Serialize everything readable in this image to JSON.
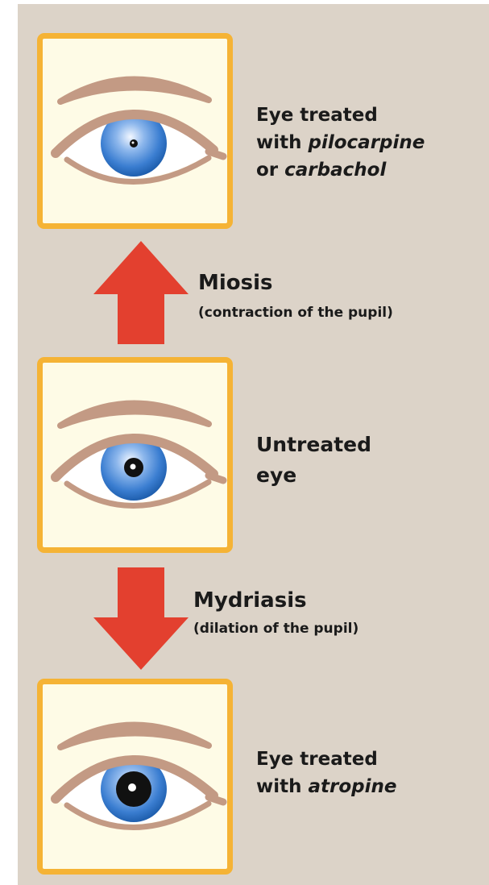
{
  "colors": {
    "background": "#dcd3c8",
    "box_border": "#f5b335",
    "box_fill": "#fefbe6",
    "brow": "#c39a84",
    "iris": "#3b7ed1",
    "arrow": "#e3402f"
  },
  "panels": [
    {
      "id": "top",
      "pupil": "small",
      "caption_line1": "Eye treated",
      "caption_line2_prefix": "with ",
      "caption_line2_italic": "pilocarpine",
      "caption_line3_prefix": "or ",
      "caption_line3_italic": "carbachol"
    },
    {
      "id": "middle",
      "pupil": "medium",
      "caption_line1": "Untreated",
      "caption_line2": "eye"
    },
    {
      "id": "bottom",
      "pupil": "large",
      "caption_line1": "Eye treated",
      "caption_line2_prefix": "with ",
      "caption_line2_italic": "atropine"
    }
  ],
  "arrows": {
    "up": {
      "direction": "up",
      "title": "Miosis",
      "subtitle": "(contraction of the pupil)"
    },
    "down": {
      "direction": "down",
      "title": "Mydriasis",
      "subtitle": "(dilation of the pupil)"
    }
  }
}
